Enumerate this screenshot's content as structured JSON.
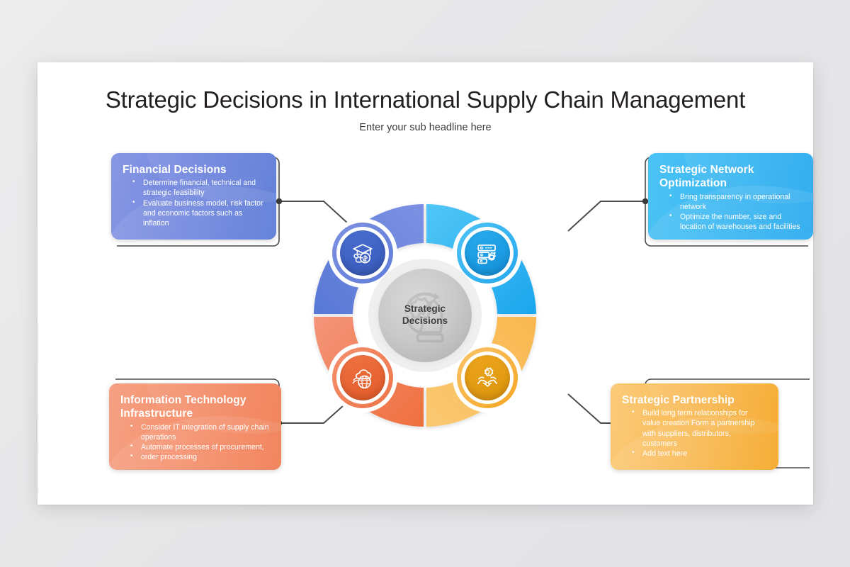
{
  "slide": {
    "title": "Strategic Decisions in International Supply Chain Management",
    "subtitle": "Enter your sub headline here"
  },
  "hub": {
    "line1": "Strategic",
    "line2": "Decisions",
    "watermark_icon": "chess-knight-gear-icon",
    "color": "#c4c4c4"
  },
  "cards": {
    "financial": {
      "title": "Financial Decisions",
      "bullets": [
        "Determine financial, technical and strategic feasibility",
        "Evaluate business model, risk factor and economic factors such as inflation"
      ],
      "color": "#5878d6",
      "icon": "graduation-cap-coin-icon"
    },
    "network": {
      "title": "Strategic Network Optimization",
      "bullets": [
        "Bring transparency in operational network",
        "Optimize the number, size and location of warehouses and facilities"
      ],
      "color": "#24a8ee",
      "icon": "server-gear-icon"
    },
    "it": {
      "title": "Information Technology Infrastructure",
      "bullets": [
        "Consider IT integration of supply chain operations",
        "Automate processes of procurement,",
        "order processing"
      ],
      "color": "#f17a4f",
      "icon": "cloud-globe-network-icon"
    },
    "partnership": {
      "title": "Strategic Partnership",
      "bullets": [
        "Build long term relationships for value creation Form a partnership with suppliers, distributors, customers",
        "Add text here"
      ],
      "color": "#f5a623",
      "icon": "handshake-gear-icon"
    }
  },
  "diagram_data": {
    "type": "cycle-donut",
    "segments": [
      {
        "name": "Financial Decisions",
        "position": "top-left",
        "color": "#5878d6"
      },
      {
        "name": "Strategic Network Optimization",
        "position": "top-right",
        "color": "#24a8ee"
      },
      {
        "name": "Information Technology Infrastructure",
        "position": "bottom-left",
        "color": "#f17a4f"
      },
      {
        "name": "Strategic Partnership",
        "position": "bottom-right",
        "color": "#f5a623"
      }
    ],
    "center_label": "Strategic Decisions",
    "connector_color": "#4a4a4a"
  }
}
